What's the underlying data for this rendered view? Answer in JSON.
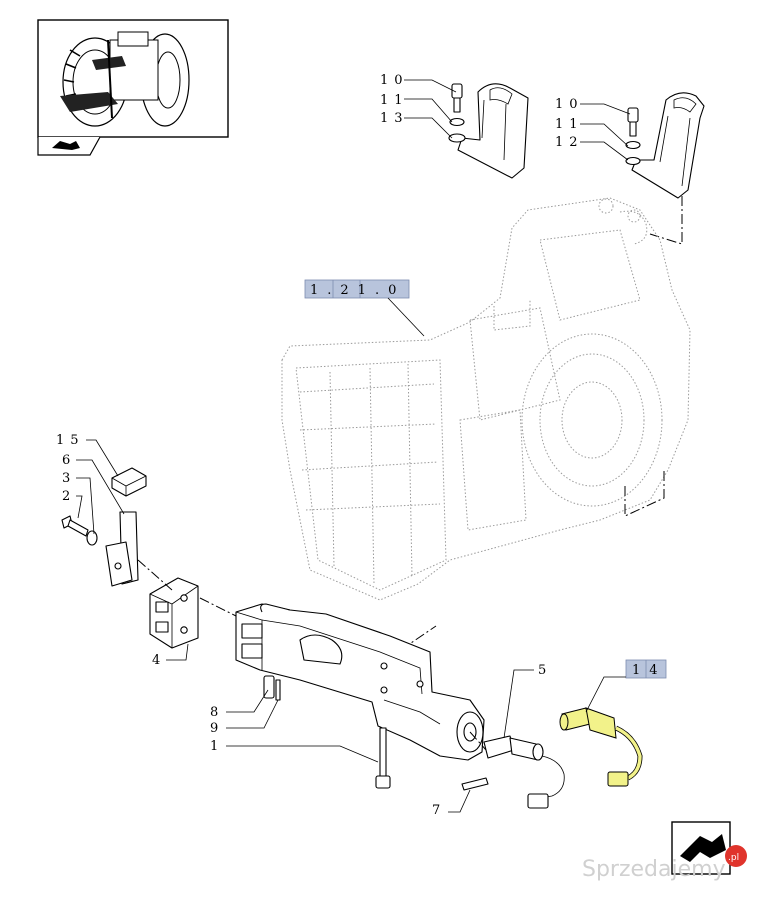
{
  "reference": {
    "label": "1.21.0",
    "color": "#b8c4dc"
  },
  "callouts": [
    {
      "id": "c10a",
      "text": "10"
    },
    {
      "id": "c11a",
      "text": "11"
    },
    {
      "id": "c13",
      "text": "13"
    },
    {
      "id": "c10b",
      "text": "10"
    },
    {
      "id": "c11b",
      "text": "11"
    },
    {
      "id": "c12",
      "text": "12"
    },
    {
      "id": "c15",
      "text": "15"
    },
    {
      "id": "c6",
      "text": "6"
    },
    {
      "id": "c3",
      "text": "3"
    },
    {
      "id": "c2",
      "text": "2"
    },
    {
      "id": "c4",
      "text": "4"
    },
    {
      "id": "c8",
      "text": "8"
    },
    {
      "id": "c9",
      "text": "9"
    },
    {
      "id": "c1",
      "text": "1"
    },
    {
      "id": "c5",
      "text": "5"
    },
    {
      "id": "c7",
      "text": "7"
    }
  ],
  "highlight_part": {
    "label": "14",
    "color": "#f2f28a",
    "label_box_color": "#b8c4dc"
  },
  "watermark": {
    "text": "Sprzedajemy",
    "suffix": ".pl",
    "accent": "#e0342c"
  },
  "icons": {
    "thumbnail": "tractor-thumbnail-icon",
    "nav_prev": "arrow-back-icon",
    "nav_next": "arrow-forward-icon"
  }
}
